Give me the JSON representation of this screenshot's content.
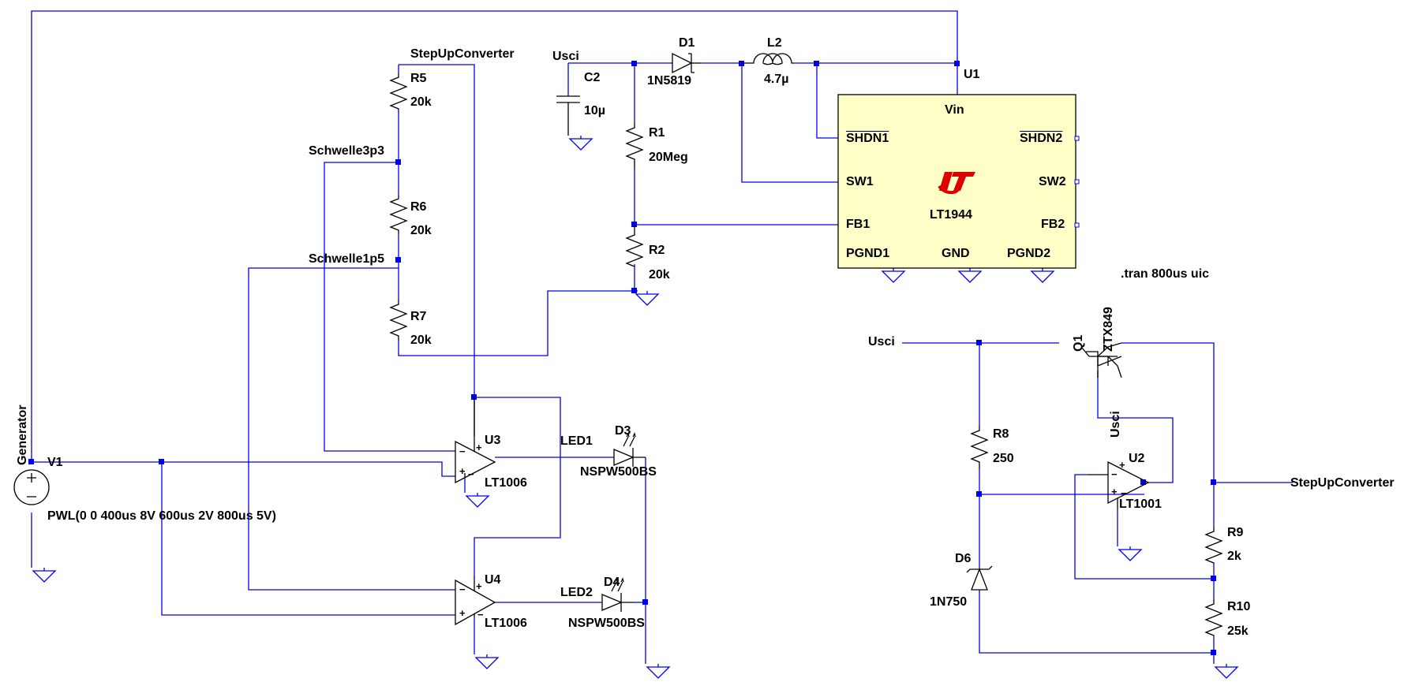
{
  "labels": {
    "step_up_converter_top": "StepUpConverter",
    "usci_top": "Usci",
    "schwelle3p3": "Schwelle3p3",
    "schwelle1p5": "Schwelle1p5",
    "led1": "LED1",
    "led2": "LED2",
    "usci_right": "Usci",
    "usci_u2": "Usci",
    "step_up_converter_right": "StepUpConverter",
    "generator": "Generator",
    "directive": ".tran 800us uic"
  },
  "components": {
    "v1": {
      "ref": "V1",
      "value": "PWL(0 0 400us 8V 600us 2V 800us 5V)"
    },
    "r5": {
      "ref": "R5",
      "value": "20k"
    },
    "r6": {
      "ref": "R6",
      "value": "20k"
    },
    "r7": {
      "ref": "R7",
      "value": "20k"
    },
    "c2": {
      "ref": "C2",
      "value": "10µ"
    },
    "d1": {
      "ref": "D1",
      "value": "1N5819"
    },
    "l2": {
      "ref": "L2",
      "value": "4.7µ"
    },
    "r1": {
      "ref": "R1",
      "value": "20Meg"
    },
    "r2": {
      "ref": "R2",
      "value": "20k"
    },
    "u1": {
      "ref": "U1",
      "value": "LT1944"
    },
    "u3": {
      "ref": "U3",
      "value": "LT1006"
    },
    "u4": {
      "ref": "U4",
      "value": "LT1006"
    },
    "d3": {
      "ref": "D3",
      "value": "NSPW500BS"
    },
    "d4": {
      "ref": "D4",
      "value": "NSPW500BS"
    },
    "q1": {
      "ref": "Q1",
      "value": "ZTX849"
    },
    "r8": {
      "ref": "R8",
      "value": "250"
    },
    "d6": {
      "ref": "D6",
      "value": "1N750"
    },
    "u2": {
      "ref": "U2",
      "value": "LT1001"
    },
    "r9": {
      "ref": "R9",
      "value": "2k"
    },
    "r10": {
      "ref": "R10",
      "value": "25k"
    }
  },
  "u1_pins": {
    "vin": "Vin",
    "shdn1": "SHDN1",
    "shdn2": "SHDN2",
    "sw1": "SW1",
    "sw2": "SW2",
    "fb1": "FB1",
    "fb2": "FB2",
    "pgnd1": "PGND1",
    "gnd": "GND",
    "pgnd2": "PGND2"
  },
  "opamp_pins": {
    "plus": "+",
    "minus": "−"
  },
  "colors": {
    "wire": "#0000ee",
    "ic_fill": "#ffffc8",
    "logo": "#dd0000",
    "text": "#000000"
  },
  "icons": {
    "lt_logo": "linear-technology-logo"
  }
}
